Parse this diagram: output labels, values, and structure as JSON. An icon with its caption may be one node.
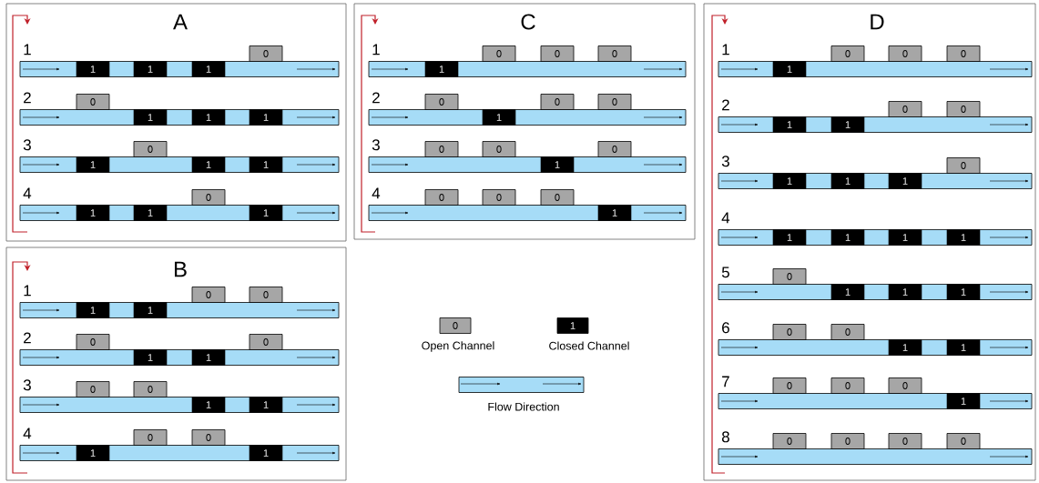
{
  "diagram": {
    "nodes": [
      {
        "text": [
          "A"
        ]
      },
      {
        "text": [],
        "shape": "bar",
        "in": 0,
        "beside": [
          "1"
        ]
      },
      {
        "text": [
          "1"
        ],
        "in": 1
      },
      {
        "text": [
          "1"
        ],
        "in": 1
      },
      {
        "text": [
          "1"
        ],
        "in": 1
      },
      {
        "text": [
          "0"
        ],
        "in": 0
      },
      {
        "text": [],
        "shape": "bar",
        "in": 0,
        "beside": [
          "2"
        ]
      },
      {
        "text": [
          "0"
        ],
        "in": 0
      },
      {
        "text": [
          "1"
        ],
        "in": 6
      },
      {
        "text": [
          "1"
        ],
        "in": 6
      },
      {
        "text": [
          "1"
        ],
        "in": 6
      },
      {
        "text": [],
        "shape": "bar",
        "in": 0,
        "beside": [
          "3"
        ]
      },
      {
        "text": [
          "1"
        ],
        "in": 11
      },
      {
        "text": [
          "0"
        ],
        "in": 0
      },
      {
        "text": [
          "1"
        ],
        "in": 11
      },
      {
        "text": [
          "1"
        ],
        "in": 11
      },
      {
        "text": [],
        "shape": "bar",
        "in": 0,
        "beside": [
          "4"
        ]
      },
      {
        "text": [
          "1"
        ],
        "in": 16
      },
      {
        "text": [
          "1"
        ],
        "in": 16
      },
      {
        "text": [
          "0"
        ],
        "in": 0
      },
      {
        "text": [
          "1"
        ],
        "in": 16
      },
      {
        "text": [
          "B"
        ]
      },
      {
        "text": [],
        "shape": "bar",
        "in": 21,
        "beside": [
          "1"
        ]
      },
      {
        "text": [
          "1"
        ],
        "in": 22
      },
      {
        "text": [
          "1"
        ],
        "in": 22
      },
      {
        "text": [
          "0"
        ],
        "in": 21
      },
      {
        "text": [
          "0"
        ],
        "in": 21
      },
      {
        "text": [],
        "shape": "bar",
        "in": 21,
        "beside": [
          "2"
        ]
      },
      {
        "text": [
          "0"
        ],
        "in": 21
      },
      {
        "text": [
          "1"
        ],
        "in": 27
      },
      {
        "text": [
          "1"
        ],
        "in": 27
      },
      {
        "text": [
          "0"
        ],
        "in": 21
      },
      {
        "text": [],
        "shape": "bar",
        "in": 21,
        "beside": [
          "3"
        ]
      },
      {
        "text": [
          "0"
        ],
        "in": 21
      },
      {
        "text": [
          "0"
        ],
        "in": 21
      },
      {
        "text": [
          "1"
        ],
        "in": 32
      },
      {
        "text": [
          "1"
        ],
        "in": 32
      },
      {
        "text": [],
        "shape": "bar",
        "in": 21,
        "beside": [
          "4"
        ]
      },
      {
        "text": [
          "1"
        ],
        "in": 37
      },
      {
        "text": [
          "0"
        ],
        "in": 21
      },
      {
        "text": [
          "0"
        ],
        "in": 21
      },
      {
        "text": [
          "1"
        ],
        "in": 37
      },
      {
        "text": [
          "C"
        ]
      },
      {
        "text": [],
        "shape": "bar",
        "in": 42,
        "beside": [
          "1"
        ]
      },
      {
        "text": [
          "1"
        ],
        "in": 43
      },
      {
        "text": [
          "0"
        ],
        "in": 42
      },
      {
        "text": [
          "0"
        ],
        "in": 42
      },
      {
        "text": [
          "0"
        ],
        "in": 42
      },
      {
        "text": [],
        "shape": "bar",
        "in": 42,
        "beside": [
          "2"
        ]
      },
      {
        "text": [
          "0"
        ],
        "in": 42
      },
      {
        "text": [
          "1"
        ],
        "in": 48
      },
      {
        "text": [
          "0"
        ],
        "in": 42
      },
      {
        "text": [
          "0"
        ],
        "in": 42
      },
      {
        "text": [],
        "shape": "bar",
        "in": 42,
        "beside": [
          "3"
        ]
      },
      {
        "text": [
          "0"
        ],
        "in": 42
      },
      {
        "text": [
          "0"
        ],
        "in": 42
      },
      {
        "text": [
          "1"
        ],
        "in": 53
      },
      {
        "text": [
          "0"
        ],
        "in": 42
      },
      {
        "text": [],
        "shape": "bar",
        "in": 42,
        "beside": [
          "4"
        ]
      },
      {
        "text": [
          "0"
        ],
        "in": 42
      },
      {
        "text": [
          "0"
        ],
        "in": 42
      },
      {
        "text": [
          "0"
        ],
        "in": 42
      },
      {
        "text": [
          "1"
        ],
        "in": 58
      },
      {
        "text": [
          "D"
        ]
      },
      {
        "text": [],
        "shape": "bar",
        "in": 63,
        "beside": [
          "1"
        ]
      },
      {
        "text": [
          "1"
        ],
        "in": 64
      },
      {
        "text": [
          "0"
        ],
        "in": 63
      },
      {
        "text": [
          "0"
        ],
        "in": 63
      },
      {
        "text": [
          "0"
        ],
        "in": 63
      },
      {
        "text": [],
        "shape": "bar",
        "in": 63,
        "beside": [
          "2"
        ]
      },
      {
        "text": [
          "1"
        ],
        "in": 69
      },
      {
        "text": [
          "1"
        ],
        "in": 69
      },
      {
        "text": [
          "0"
        ],
        "in": 63
      },
      {
        "text": [
          "0"
        ],
        "in": 63
      },
      {
        "text": [],
        "shape": "bar",
        "in": 63,
        "beside": [
          "3"
        ]
      },
      {
        "text": [
          "1"
        ],
        "in": 74
      },
      {
        "text": [
          "1"
        ],
        "in": 74
      },
      {
        "text": [
          "1"
        ],
        "in": 74
      },
      {
        "text": [
          "0"
        ],
        "in": 63
      },
      {
        "text": [],
        "shape": "bar",
        "in": 63,
        "beside": [
          "4"
        ]
      },
      {
        "text": [
          "1"
        ],
        "in": 79
      },
      {
        "text": [
          "1"
        ],
        "in": 79
      },
      {
        "text": [
          "1"
        ],
        "in": 79
      },
      {
        "text": [
          "1"
        ],
        "in": 79
      },
      {
        "text": [],
        "shape": "bar",
        "in": 63,
        "beside": [
          "5"
        ]
      },
      {
        "text": [
          "0"
        ],
        "in": 63
      },
      {
        "text": [
          "1"
        ],
        "in": 84
      },
      {
        "text": [
          "1"
        ],
        "in": 84
      },
      {
        "text": [
          "1"
        ],
        "in": 84
      },
      {
        "text": [],
        "shape": "bar",
        "in": 63,
        "beside": [
          "6"
        ]
      },
      {
        "text": [
          "0"
        ],
        "in": 63
      },
      {
        "text": [
          "0"
        ],
        "in": 63
      },
      {
        "text": [
          "1"
        ],
        "in": 89
      },
      {
        "text": [
          "1"
        ],
        "in": 89
      },
      {
        "text": [],
        "shape": "bar",
        "in": 63,
        "beside": [
          "7"
        ]
      },
      {
        "text": [
          "0"
        ],
        "in": 63
      },
      {
        "text": [
          "0"
        ],
        "in": 63
      },
      {
        "text": [
          "0"
        ],
        "in": 63
      },
      {
        "text": [
          "1"
        ],
        "in": 94
      },
      {
        "text": [],
        "shape": "bar",
        "in": 63,
        "beside": [
          "8"
        ]
      },
      {
        "text": [
          "0"
        ],
        "in": 63
      },
      {
        "text": [
          "0"
        ],
        "in": 63
      },
      {
        "text": [
          "0"
        ],
        "in": 63
      },
      {
        "text": [
          "0"
        ],
        "in": 63
      }
    ],
    "labels": [
      "0",
      "1"
    ],
    "legend": [
      {
        "text": "Open Channel",
        "color": "#a6a6a6"
      },
      {
        "text": "Closed Channel",
        "color": "#000000"
      },
      {
        "text": "Flow Direction"
      }
    ]
  }
}
